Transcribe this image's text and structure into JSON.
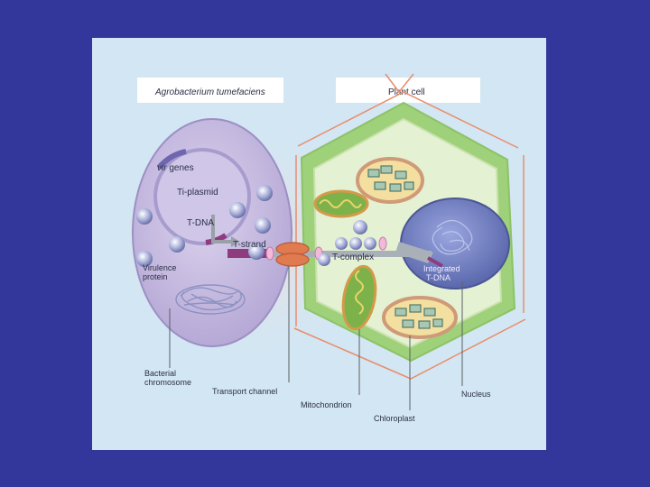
{
  "headers": {
    "bacterium": "Agrobacterium tumefaciens",
    "plant": "Plant cell"
  },
  "labels": {
    "vir": "vir",
    "genes": " genes",
    "ti_plasmid": "Ti-plasmid",
    "t_dna": "T-DNA",
    "t_strand": "T-strand",
    "t_complex": "T-complex",
    "virulence_1": "Virulence",
    "virulence_2": "protein",
    "integrated_1": "Integrated",
    "integrated_2": "T-DNA",
    "bacterial_1": "Bacterial",
    "bacterial_2": "chromosome",
    "transport_channel": "Transport channel",
    "mitochondrion": "Mitochondrion",
    "nucleus": "Nucleus",
    "chloroplast": "Chloroplast"
  },
  "colors": {
    "slide_background": "#33369a",
    "panel": "#d3e6f3",
    "bacterium": "#c8bde0",
    "cell_wall": "#9fd07a",
    "cytoplasm": "#e4f1d2",
    "nucleus": "#6f7cc0",
    "t_strand": "#8e3c7e",
    "protein": "#aab1d8",
    "channel": "#e07a4f"
  }
}
